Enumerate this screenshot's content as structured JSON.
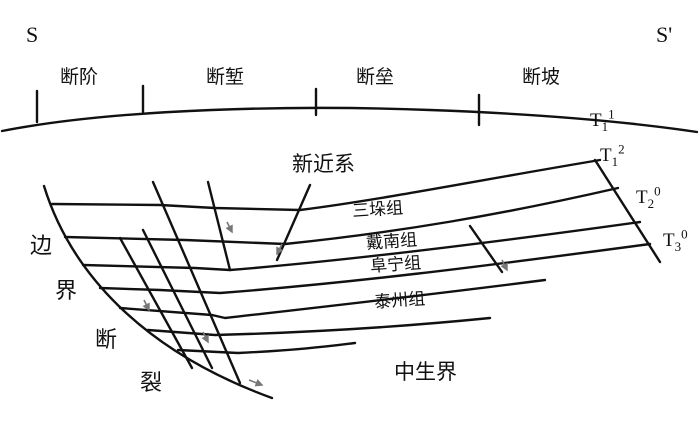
{
  "section": {
    "left_end": "S",
    "right_end": "S'"
  },
  "zones": [
    "断阶",
    "断堑",
    "断垒",
    "断坡"
  ],
  "horizons": [
    {
      "base": "T",
      "sub": "1",
      "sup": "1"
    },
    {
      "base": "T",
      "sub": "1",
      "sup": "2"
    },
    {
      "base": "T",
      "sub": "2",
      "sup": "0"
    },
    {
      "base": "T",
      "sub": "3",
      "sup": "0"
    }
  ],
  "labels": {
    "neogene": "新近系",
    "mesozoic": "中生界",
    "boundary_fault": [
      "边",
      "界",
      "断",
      "裂"
    ]
  },
  "formations": [
    "三垛组",
    "戴南组",
    "阜宁组",
    "泰州组"
  ],
  "colors": {
    "line": "#111111",
    "arrow": "#777777"
  }
}
